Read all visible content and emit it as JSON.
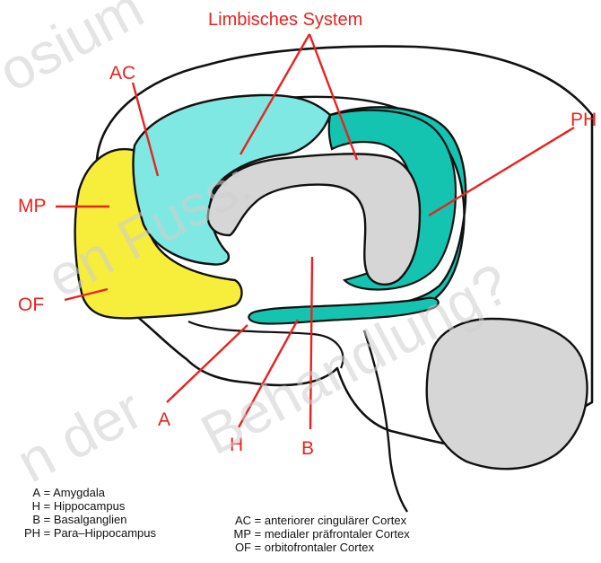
{
  "title": "Limbisches System",
  "labels": {
    "ac": "AC",
    "ph": "PH",
    "mp": "MP",
    "of": "OF",
    "a": "A",
    "h": "H",
    "b": "B"
  },
  "legend_left": [
    {
      "key": "A",
      "eq": "=",
      "text": "Amygdala"
    },
    {
      "key": "H",
      "eq": "=",
      "text": "Hippocampus"
    },
    {
      "key": "B",
      "eq": "=",
      "text": "Basalganglien"
    },
    {
      "key": "PH",
      "eq": "=",
      "text": "Para–Hippocampus"
    }
  ],
  "legend_right": [
    {
      "key": "AC",
      "eq": "=",
      "text": "anteriorer cingulärer Cortex"
    },
    {
      "key": "MP",
      "eq": "=",
      "text": "medialer präfrontaler Cortex"
    },
    {
      "key": "OF",
      "eq": "=",
      "text": "orbitofrontaler Cortex"
    }
  ],
  "watermark": [
    "osium",
    "en Fuss:",
    "Behandlung?",
    "n der"
  ],
  "colors": {
    "label_red": "#e8231f",
    "ac_cyan": "#7fe8e2",
    "ph_teal": "#14c4b0",
    "prefrontal_yellow": "#f7ee3c",
    "basal_gray": "#d6d6d6",
    "outline": "#111111"
  }
}
